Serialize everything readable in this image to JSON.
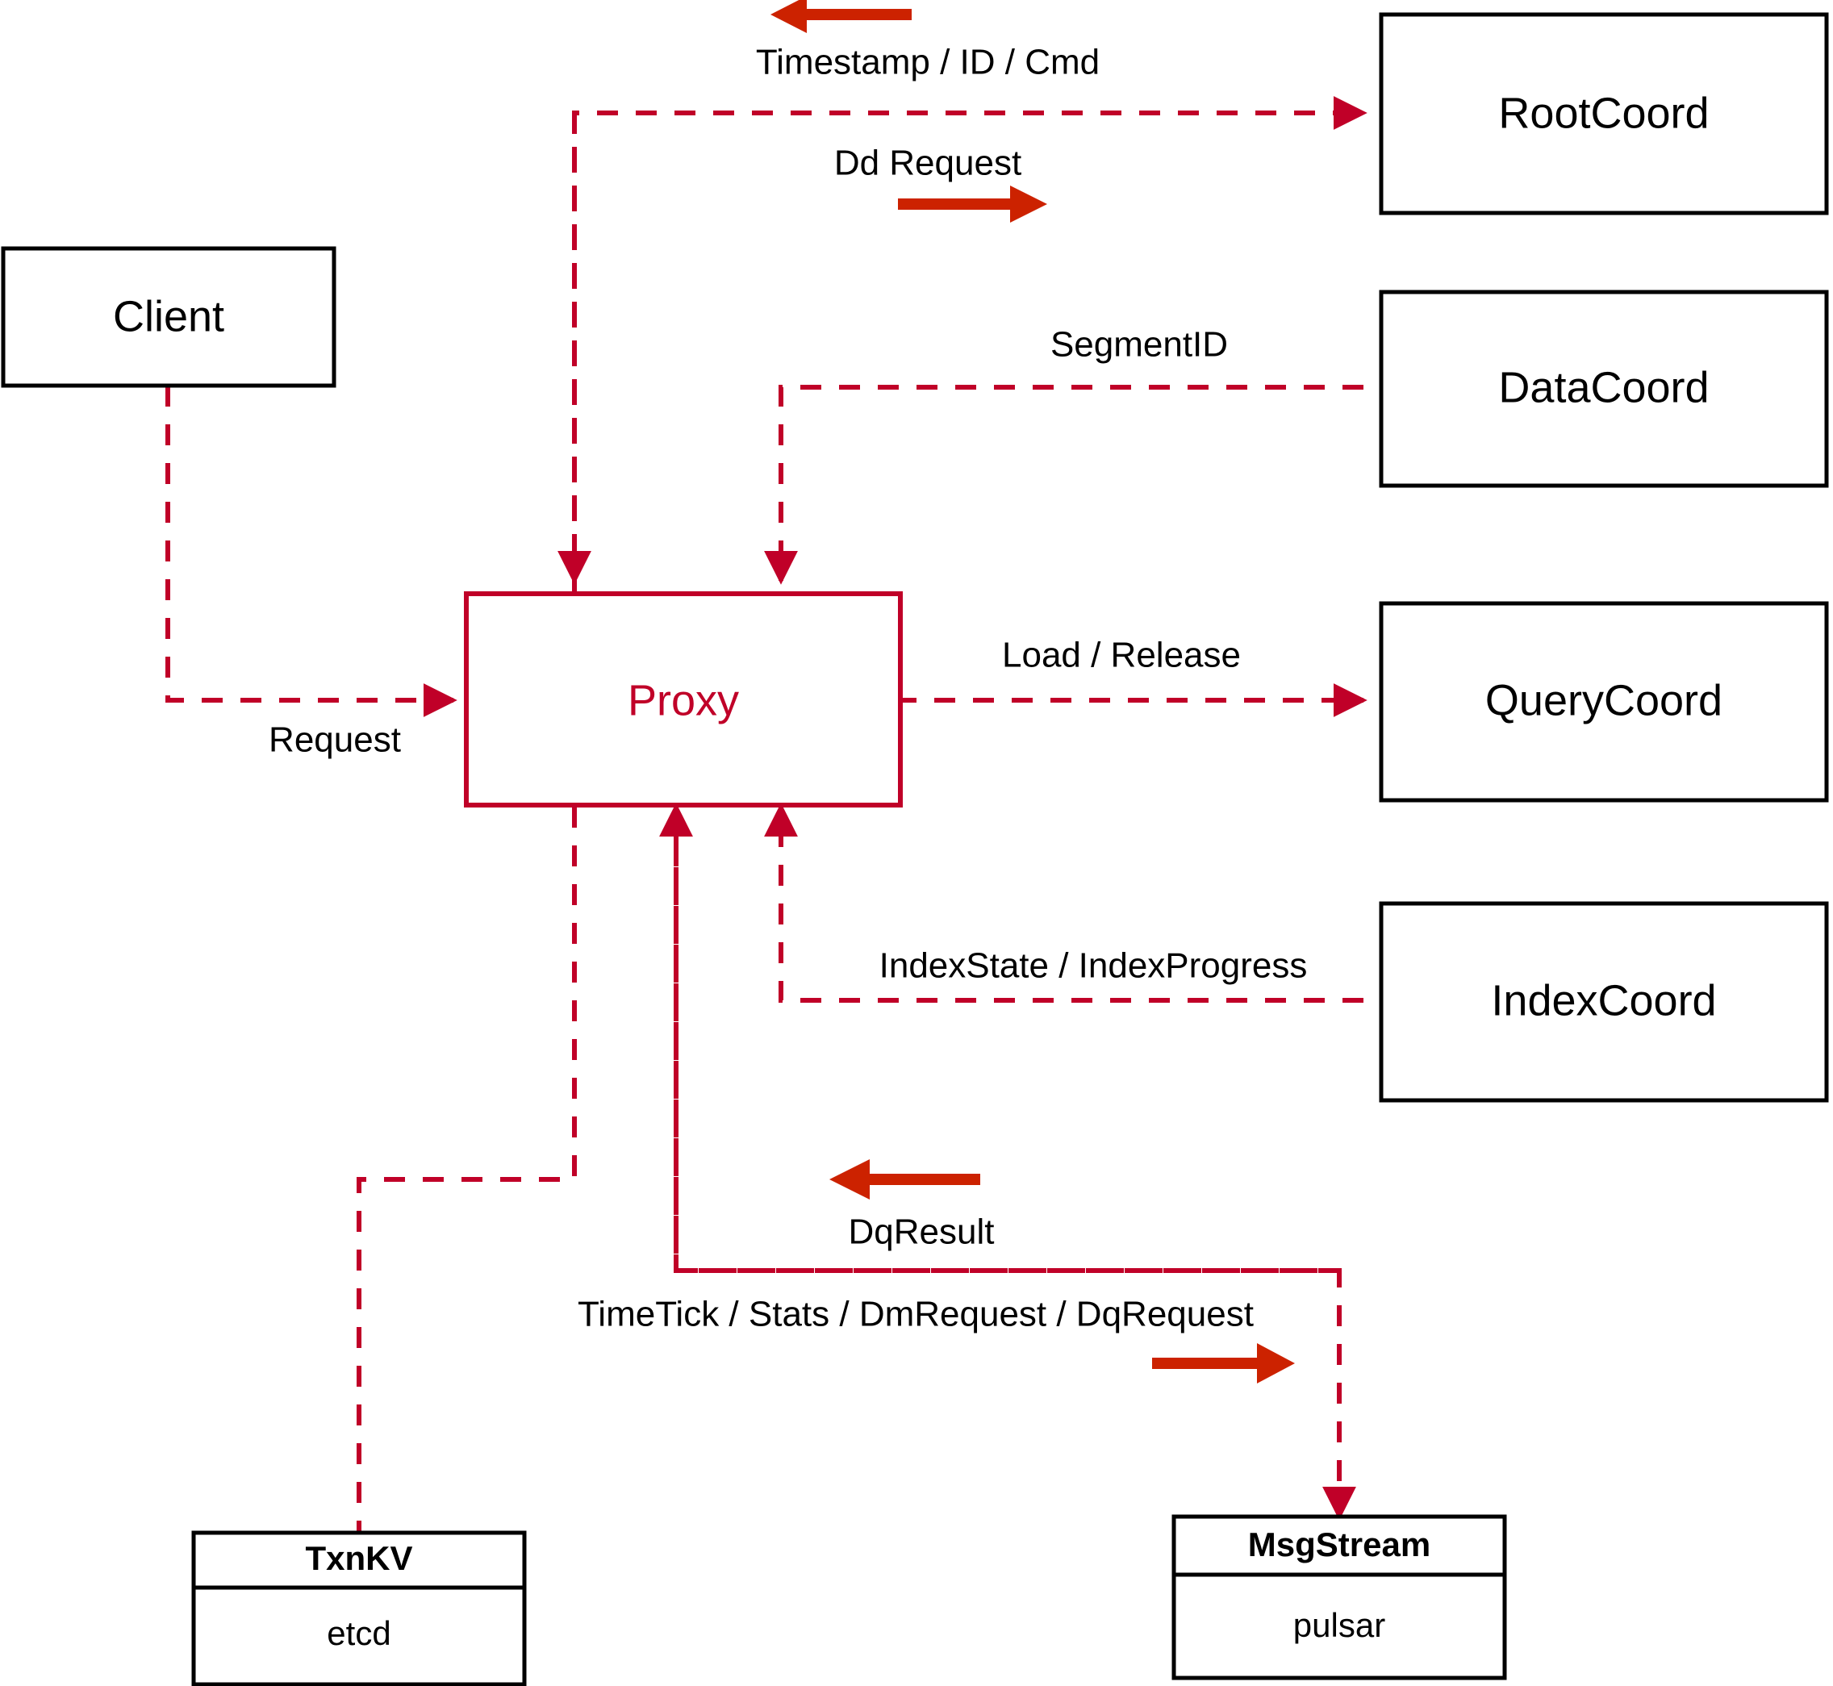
{
  "diagram": {
    "type": "architecture-flow-diagram",
    "background_color": "#ffffff",
    "accent_color": "#c00028",
    "arrow_color": "#cc2200",
    "node_border_color": "#000000"
  },
  "nodes": {
    "client": {
      "label": "Client"
    },
    "proxy": {
      "label": "Proxy"
    },
    "root_coord": {
      "label": "RootCoord"
    },
    "data_coord": {
      "label": "DataCoord"
    },
    "query_coord": {
      "label": "QueryCoord"
    },
    "index_coord": {
      "label": "IndexCoord"
    },
    "txnkv": {
      "title": "TxnKV",
      "body": "etcd"
    },
    "msgstream": {
      "title": "MsgStream",
      "body": "pulsar"
    }
  },
  "edges": {
    "timestamp_id_cmd": {
      "label": "Timestamp / ID / Cmd",
      "direction": "left"
    },
    "dd_request": {
      "label": "Dd Request",
      "direction": "right"
    },
    "segment_id": {
      "label": "SegmentID",
      "direction": "none"
    },
    "request": {
      "label": "Request",
      "direction": "none"
    },
    "load_release": {
      "label": "Load / Release",
      "direction": "none"
    },
    "index_state_progress": {
      "label": "IndexState / IndexProgress",
      "direction": "none"
    },
    "dq_result": {
      "label": "DqResult",
      "direction": "left"
    },
    "timetick_stats": {
      "label": "TimeTick / Stats / DmRequest / DqRequest",
      "direction": "right"
    }
  }
}
